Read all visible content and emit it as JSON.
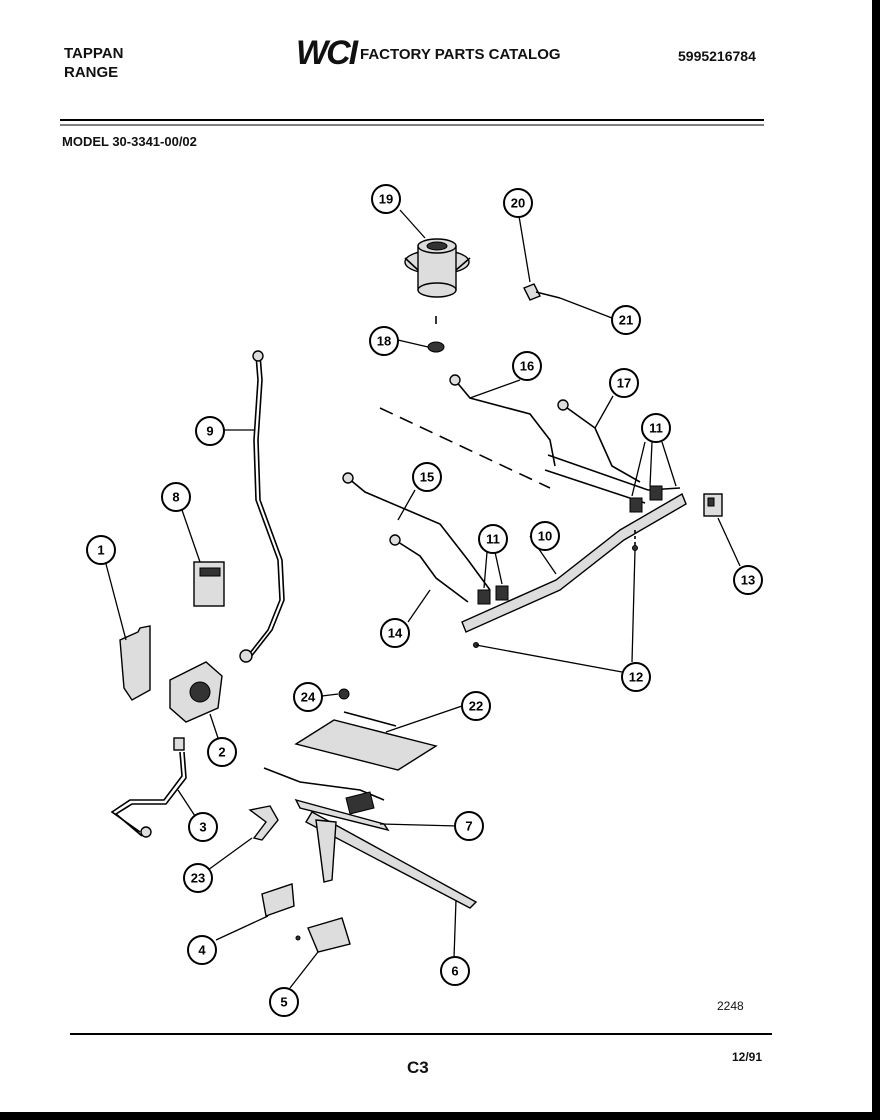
{
  "header": {
    "brand_line1": "TAPPAN",
    "brand_line2": "RANGE",
    "logo": "WCI",
    "catalog_title": "FACTORY PARTS CATALOG",
    "part_number": "5995216784",
    "model": "MODEL 30-3341-00/02"
  },
  "footer": {
    "drawing_number": "2248",
    "page": "C3",
    "date": "12/91"
  },
  "callouts": {
    "c1": "1",
    "c2": "2",
    "c3": "3",
    "c4": "4",
    "c5": "5",
    "c6": "6",
    "c7": "7",
    "c8": "8",
    "c9": "9",
    "c10": "10",
    "c11a": "11",
    "c11b": "11",
    "c12": "12",
    "c13": "13",
    "c14": "14",
    "c15": "15",
    "c16": "16",
    "c17": "17",
    "c18": "18",
    "c19": "19",
    "c20": "20",
    "c21": "21",
    "c22": "22",
    "c23": "23",
    "c24": "24"
  }
}
